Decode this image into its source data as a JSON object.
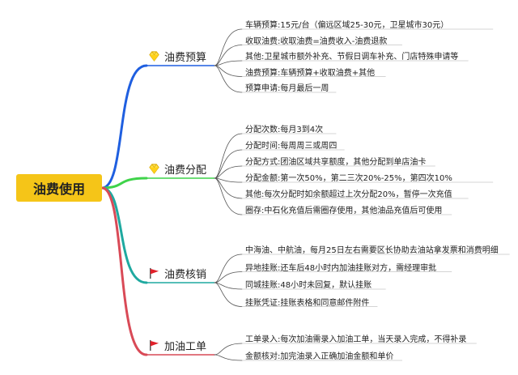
{
  "root": {
    "label": "油费使用"
  },
  "branches": [
    {
      "label": "油费预算",
      "icon": "diamond-icon",
      "color": "#1f5fe0",
      "items": [
        "车辆预算:15元/台（偏远区域25-30元，卫星城市30元）",
        "收取油费:收取油费=油费收入-油费退款",
        "其他:卫星城市额外补充、节假日调车补充、门店特殊申请等",
        "油费预算:车辆预算+收取油费+其他",
        "预算申请:每月最后一周"
      ]
    },
    {
      "label": "油费分配",
      "icon": "diamond-icon",
      "color": "#3fd34a",
      "items": [
        "分配次数:每月3到4次",
        "分配时间:每周周三或周四",
        "分配方式:团油区域共享额度，其他分配到单店油卡",
        "分配金额:第一次50%，第二三次20%-25%，第四次10%",
        "其他:每次分配时如余额超过上次分配20%，暂停一次充值",
        "圈存:中石化充值后需圈存使用，其他油品充值后可使用"
      ]
    },
    {
      "label": "油费核销",
      "icon": "red-flag-icon",
      "color": "#1fa9a0",
      "items": [
        "中海油、中航油，每月25日左右需要区长协助去油站拿发票和消费明细",
        "异地挂账:还车后48小时内加油挂账对方，需经理审批",
        "同城挂账:48小时未回复，默认挂账",
        "挂账凭证:挂账表格和同意邮件附件"
      ]
    },
    {
      "label": "加油工单",
      "icon": "red-flag-icon",
      "color": "#d94a57",
      "items": [
        "工单录入:每次加油需录入加油工单，当天录入完成，不得补录",
        "金额核对:加完油录入正确加油金额和单价"
      ]
    }
  ]
}
